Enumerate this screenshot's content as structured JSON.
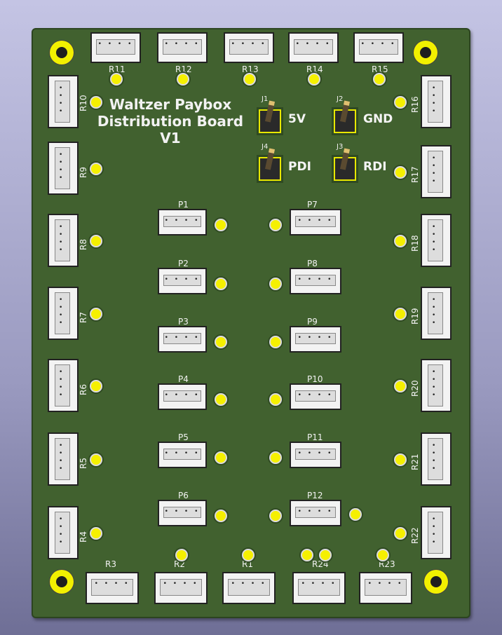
{
  "title": {
    "line1": "Waltzer Paybox",
    "line2": "Distribution Board",
    "line3": "V1"
  },
  "headers": [
    {
      "ref": "J1",
      "net": "5V"
    },
    {
      "ref": "J2",
      "net": "GND"
    },
    {
      "ref": "J4",
      "net": "PDI"
    },
    {
      "ref": "J3",
      "net": "RDI"
    }
  ],
  "top_connectors": [
    "R11",
    "R12",
    "R13",
    "R14",
    "R15"
  ],
  "left_connectors": [
    "R10",
    "R9",
    "R8",
    "R7",
    "R6",
    "R5",
    "R4"
  ],
  "right_connectors": [
    "R16",
    "R17",
    "R18",
    "R19",
    "R20",
    "R21",
    "R22"
  ],
  "bottom_connectors": [
    "R3",
    "R2",
    "R1",
    "R24",
    "R23"
  ],
  "center_left": [
    "P1",
    "P2",
    "P3",
    "P4",
    "P5",
    "P6"
  ],
  "center_right": [
    "P7",
    "P8",
    "P9",
    "P10",
    "P11",
    "P12"
  ],
  "colors": {
    "board": "#41612f",
    "pad": "#f5f000",
    "silk": "#f2f2f2"
  }
}
